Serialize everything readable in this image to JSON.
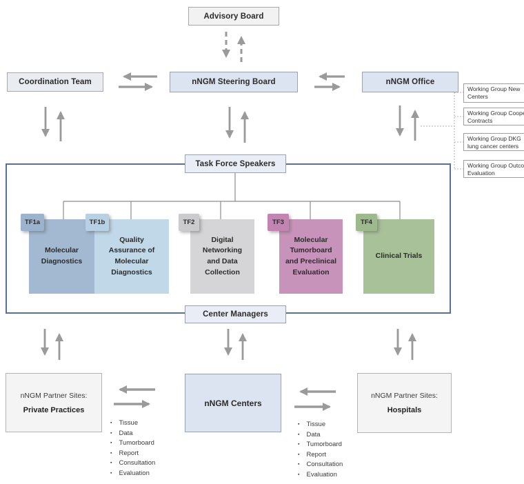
{
  "title_boxes": {
    "advisory_board": "Advisory Board",
    "coordination_team": "Coordination Team",
    "steering_board": "nNGM Steering Board",
    "nngm_office": "nNGM Office",
    "task_force_speakers": "Task Force Speakers",
    "center_managers": "Center Managers"
  },
  "working_groups": [
    {
      "line1": "Working Group New",
      "line2": "Centers"
    },
    {
      "line1": "Working Group Cooperation",
      "line2": "Contracts"
    },
    {
      "line1": "Working Group DKG",
      "line2": "lung cancer centers"
    },
    {
      "line1": "Working Group Outcome",
      "line2": "Evaluation"
    }
  ],
  "task_forces": [
    {
      "tag": "TF1a",
      "label": "Molecular\nDiagnostics",
      "color": "#a2b9d1",
      "tag_color": "#9bb3cd"
    },
    {
      "tag": "TF1b",
      "label": "Quality\nAssurance of\nMolecular\nDiagnostics",
      "color": "#c1d8e9",
      "tag_color": "#b7d0e4"
    },
    {
      "tag": "TF2",
      "label": "Digital\nNetworking\nand Data\nCollection",
      "color": "#d5d5d7",
      "tag_color": "#cbcbcd"
    },
    {
      "tag": "TF3",
      "label": "Molecular\nTumorboard\nand Preclinical\nEvaluation",
      "color": "#c893bb",
      "tag_color": "#c285b1"
    },
    {
      "tag": "TF4",
      "label": "Clinical Trials",
      "color": "#a9c199",
      "tag_color": "#9eb98d"
    }
  ],
  "bottom_row": {
    "partner_private": {
      "line1": "nNGM Partner Sites:",
      "line2": "Private Practices"
    },
    "nngm_centers": "nNGM Centers",
    "partner_hospitals": {
      "line1": "nNGM Partner Sites:",
      "line2": "Hospitals"
    }
  },
  "exchange_items": [
    "Tissue",
    "Data",
    "Tumorboard",
    "Report",
    "Consultation",
    "Evaluation"
  ],
  "colors": {
    "container_border": "#57709b",
    "arrow": "#9a9a9a",
    "connector": "#8c8c8c",
    "dotted": "#b0b0b0",
    "steering_box_bg": "#dce3f1",
    "pale_box_bg": "#e9edf5",
    "partner_box_bg": "#f4f4f4"
  }
}
